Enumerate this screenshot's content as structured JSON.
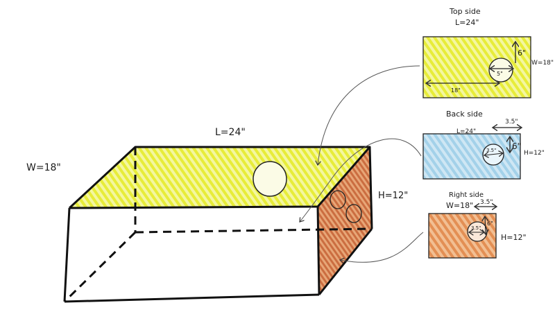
{
  "box": {
    "length_label": "L=24\"",
    "width_label": "W=18\"",
    "height_label": "H=12\""
  },
  "panels": [
    {
      "title": "Top side",
      "dim_top": "L=24\"",
      "dim_right": "W=18\"",
      "hole_diameter": "5\"",
      "offset_vertical": "6\"",
      "offset_horizontal": "18\"",
      "color": "#eef04a"
    },
    {
      "title": "Back side",
      "dim_top": "L=24\"",
      "dim_right": "H=12\"",
      "hole_diameter": "3.5\"",
      "offset_vertical": "6\"",
      "offset_horizontal": "3.5\"",
      "color": "#a9d4ec"
    },
    {
      "title": "Right side",
      "dim_top": "W=18\"",
      "dim_right": "H=12\"",
      "hole_diameter": "3.5\"",
      "offset_vertical": "6\"",
      "offset_horizontal": "3.5\"",
      "color": "#e08a4a"
    }
  ],
  "colors": {
    "top_face": "#e8ee3a",
    "back_face": "#a6d3ea",
    "right_face": "#c8703e",
    "ink": "#111111",
    "arrow": "#555555"
  }
}
